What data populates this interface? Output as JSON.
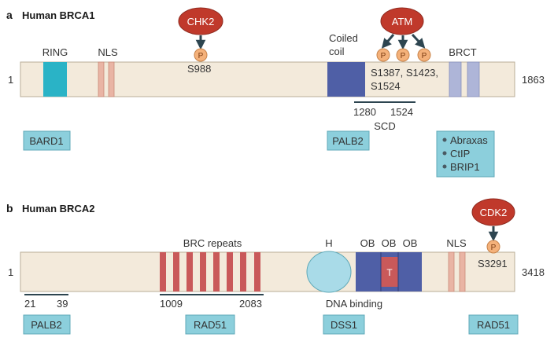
{
  "colors": {
    "protein_bar": "#f3eadb",
    "protein_bar_stroke": "#b9ad97",
    "ring": "#2ab3c6",
    "nls": "#e9b4a4",
    "coiled_coil": "#4f5fa6",
    "brct": "#aeb5d8",
    "brc_repeat": "#c9595a",
    "ob": "#4f5fa6",
    "t_domain": "#c9595a",
    "h_domain": "#a9dbe8",
    "kinase": "#c0392b",
    "phospho": "#f4b17a",
    "arrow": "#2d4550",
    "binding_box": "#8ccfdc",
    "line": "#2d4550"
  },
  "brca1": {
    "panel_letter": "a",
    "title": "Human BRCA1",
    "start": "1",
    "end": "1863",
    "domains": {
      "ring": "RING",
      "nls": "NLS",
      "coiled": [
        "Coiled",
        "coil"
      ],
      "brct": "BRCT"
    },
    "kinases": {
      "chk2": "CHK2",
      "atm": "ATM"
    },
    "phospho_label": "P",
    "sites": {
      "s988": "S988",
      "atm_line1": "S1387, S1423,",
      "atm_line2": "S1524"
    },
    "scd": {
      "from": "1280",
      "to": "1524",
      "label": "SCD"
    },
    "partners": {
      "bard1": "BARD1",
      "palb2": "PALB2",
      "brct_list": [
        "Abraxas",
        "CtIP",
        "BRIP1"
      ]
    }
  },
  "brca2": {
    "panel_letter": "b",
    "title": "Human BRCA2",
    "start": "1",
    "end": "3418",
    "domains": {
      "brc": "BRC repeats",
      "h": "H",
      "ob": "OB",
      "t": "T",
      "nls": "NLS"
    },
    "kinases": {
      "cdk2": "CDK2"
    },
    "phospho_label": "P",
    "sites": {
      "s3291": "S3291"
    },
    "ranges": {
      "palb2_from": "21",
      "palb2_to": "39",
      "brc_from": "1009",
      "brc_to": "2083",
      "dna_binding": "DNA binding"
    },
    "partners": {
      "palb2": "PALB2",
      "rad51_brc": "RAD51",
      "dss1": "DSS1",
      "rad51_c": "RAD51"
    }
  }
}
